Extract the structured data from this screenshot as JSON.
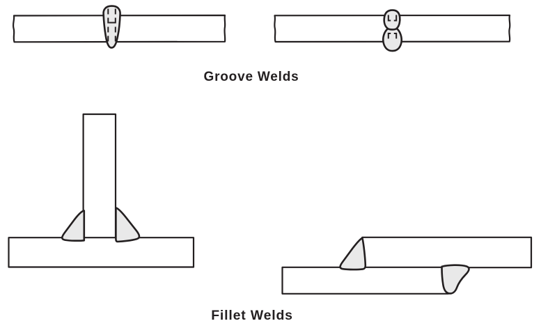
{
  "figure": {
    "background_color": "#ffffff",
    "outline_color": "#231f20",
    "weld_fill_color": "#e9e9e9",
    "plate_fill_color": "#ffffff",
    "sections": {
      "groove": {
        "caption": "Groove Welds",
        "diagrams": [
          {
            "name": "single-v-groove-butt-weld"
          },
          {
            "name": "double-v-groove-butt-weld"
          }
        ]
      },
      "fillet": {
        "caption": "Fillet Welds",
        "diagrams": [
          {
            "name": "tee-joint-double-fillet-weld"
          },
          {
            "name": "lap-joint-fillet-weld"
          }
        ]
      }
    }
  }
}
